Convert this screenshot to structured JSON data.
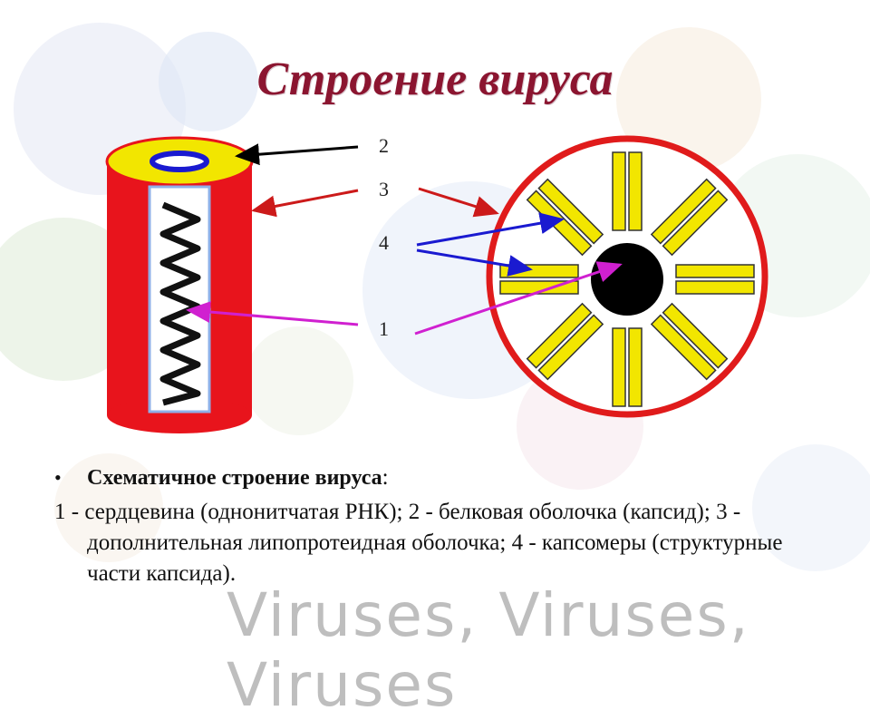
{
  "title": "Строение вируса",
  "labels": {
    "n1": "1",
    "n2": "2",
    "n3": "3",
    "n4": "4"
  },
  "caption": {
    "heading": "Схематичное строение вируса",
    "colon": ":",
    "legend": "1 - сердцевина (однонитчатая РНК); 2 - белковая оболочка (капсид); 3 - дополнительная липопротеидная оболочка; 4 - капсомеры (структурные части капсида)."
  },
  "watermark": "Viruses, Viruses, Viruses",
  "colors": {
    "title": "#8b1530",
    "envelope": "#e8141c",
    "capsid": "#f2e600",
    "core": "#000000",
    "arrow_dark": "#000000",
    "arrow_red": "#cc1a1a",
    "arrow_blue": "#1a1ad0",
    "arrow_magenta": "#d020d0"
  }
}
